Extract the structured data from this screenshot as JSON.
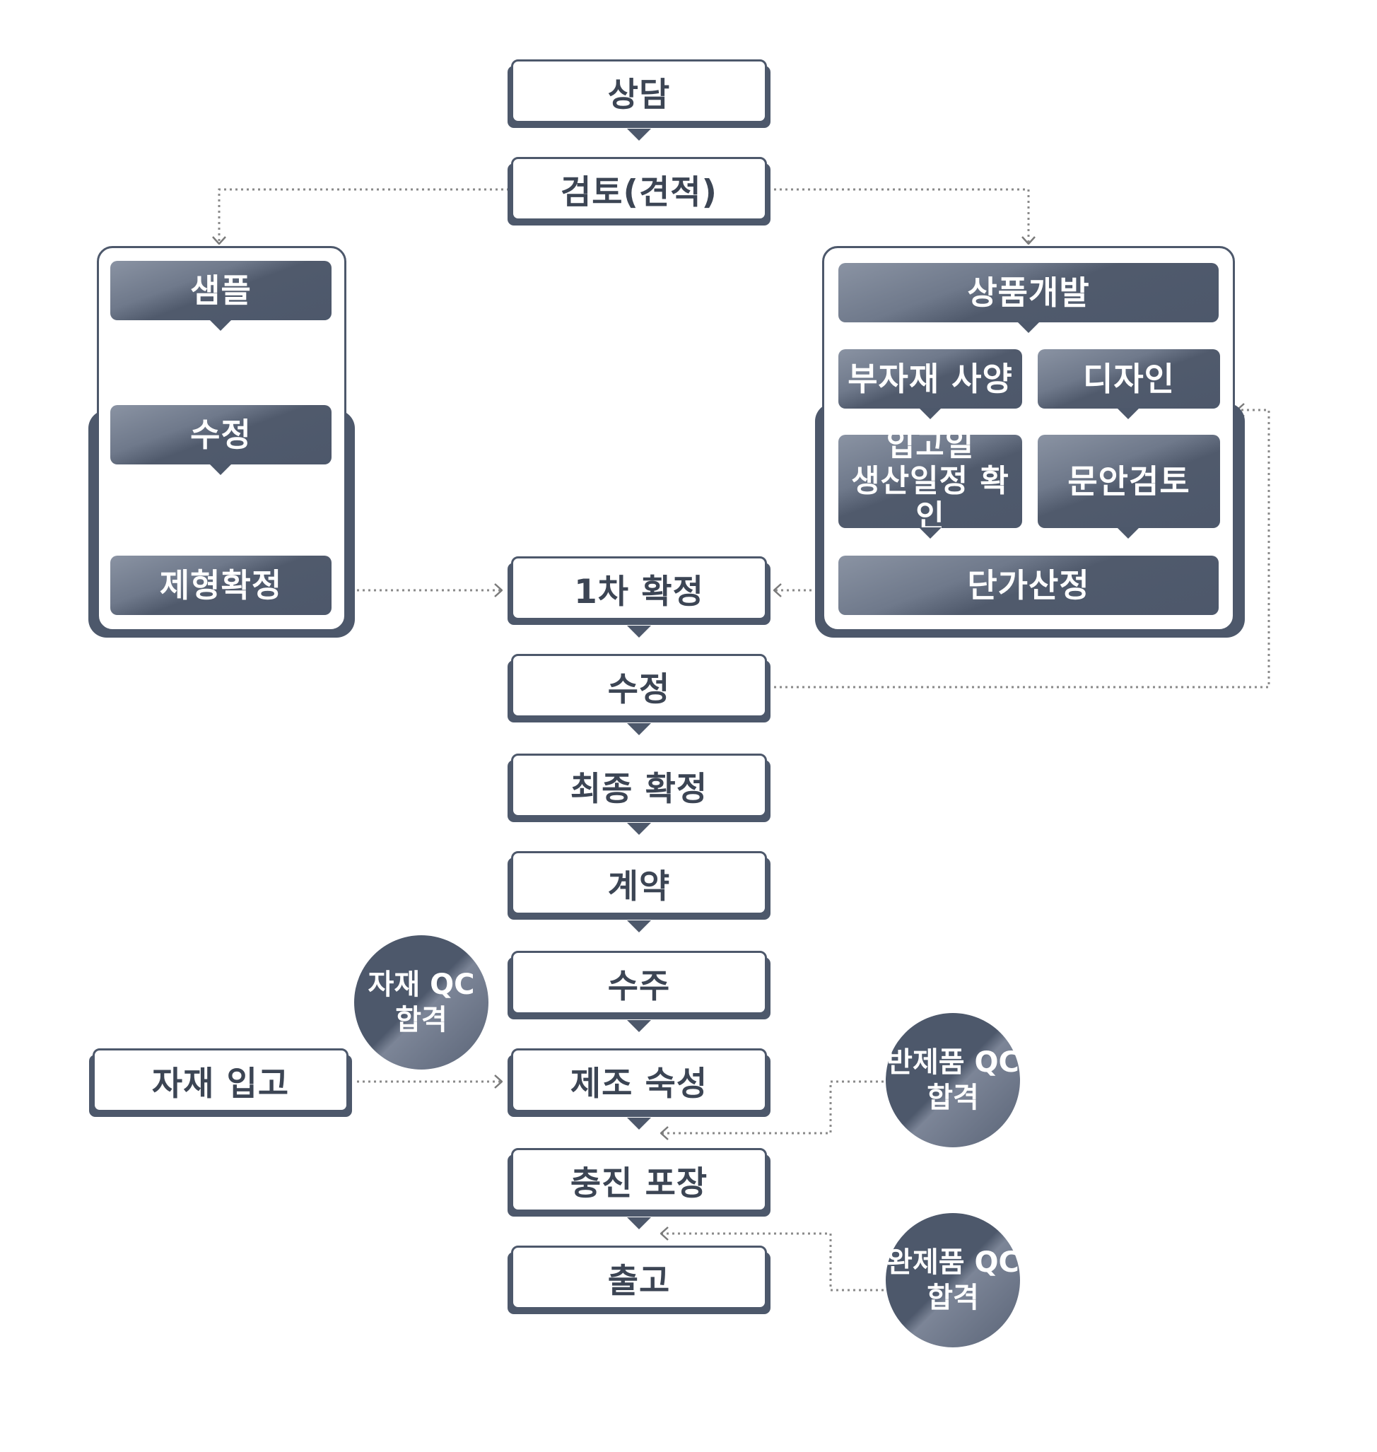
{
  "main_flow": {
    "consult": "상담",
    "review": "검토(견적)",
    "first_confirm": "1차 확정",
    "revise": "수정",
    "final_confirm": "최종 확정",
    "contract": "계약",
    "order": "수주",
    "manufacture": "제조 숙성",
    "fill_pack": "충진 포장",
    "ship": "출고"
  },
  "sample_group": {
    "sample": "샘플",
    "revise": "수정",
    "formula_confirm": "제형확정"
  },
  "product_dev_group": {
    "title": "상품개발",
    "sub_material": "부자재 사양",
    "design": "디자인",
    "schedule_line1": "입고일",
    "schedule_line2": "생산일정 확인",
    "copy_review": "문안검토",
    "pricing": "단가산정"
  },
  "material_in": "자재 입고",
  "qc": {
    "material_line1": "자재 QC",
    "material_line2": "합격",
    "semi_line1": "반제품 QC",
    "semi_line2": "합격",
    "final_line1": "완제품 QC",
    "final_line2": "합격"
  },
  "colors": {
    "primary": "#4d586b",
    "text": "#3c4554",
    "connector": "#8a8a8a"
  }
}
